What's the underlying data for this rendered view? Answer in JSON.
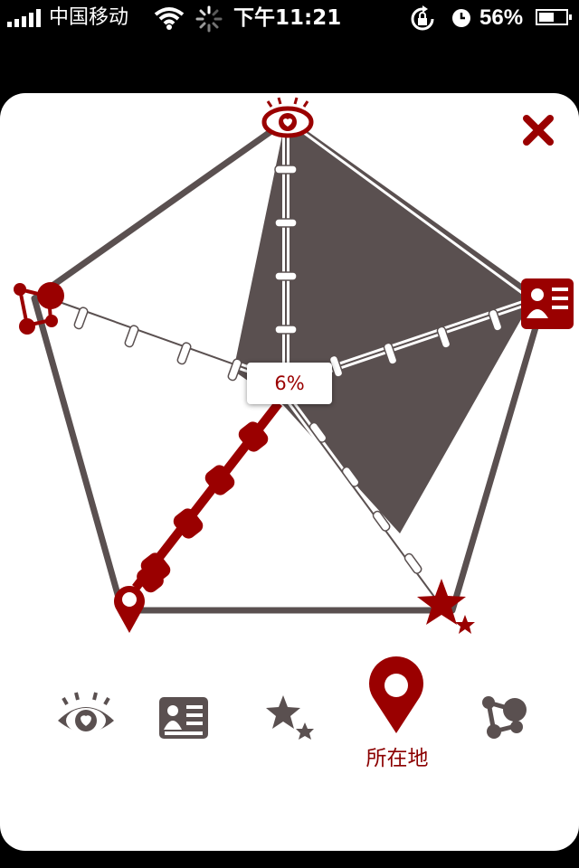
{
  "status_bar": {
    "carrier": "中国移动",
    "time": "下午11:21",
    "battery": "56%"
  },
  "colors": {
    "accent": "#9a0000",
    "gray": "#5a5050",
    "white": "#ffffff"
  },
  "radar": {
    "value_badge": "6%",
    "axes": [
      "eye",
      "profile-card",
      "stars",
      "location-pin",
      "network"
    ],
    "selected_axis": "location-pin"
  },
  "tabs": {
    "selected_label": "所在地",
    "items": [
      {
        "icon": "eye-heart-icon"
      },
      {
        "icon": "profile-card-icon"
      },
      {
        "icon": "stars-icon"
      },
      {
        "icon": "location-pin-icon"
      },
      {
        "icon": "network-icon"
      }
    ]
  }
}
